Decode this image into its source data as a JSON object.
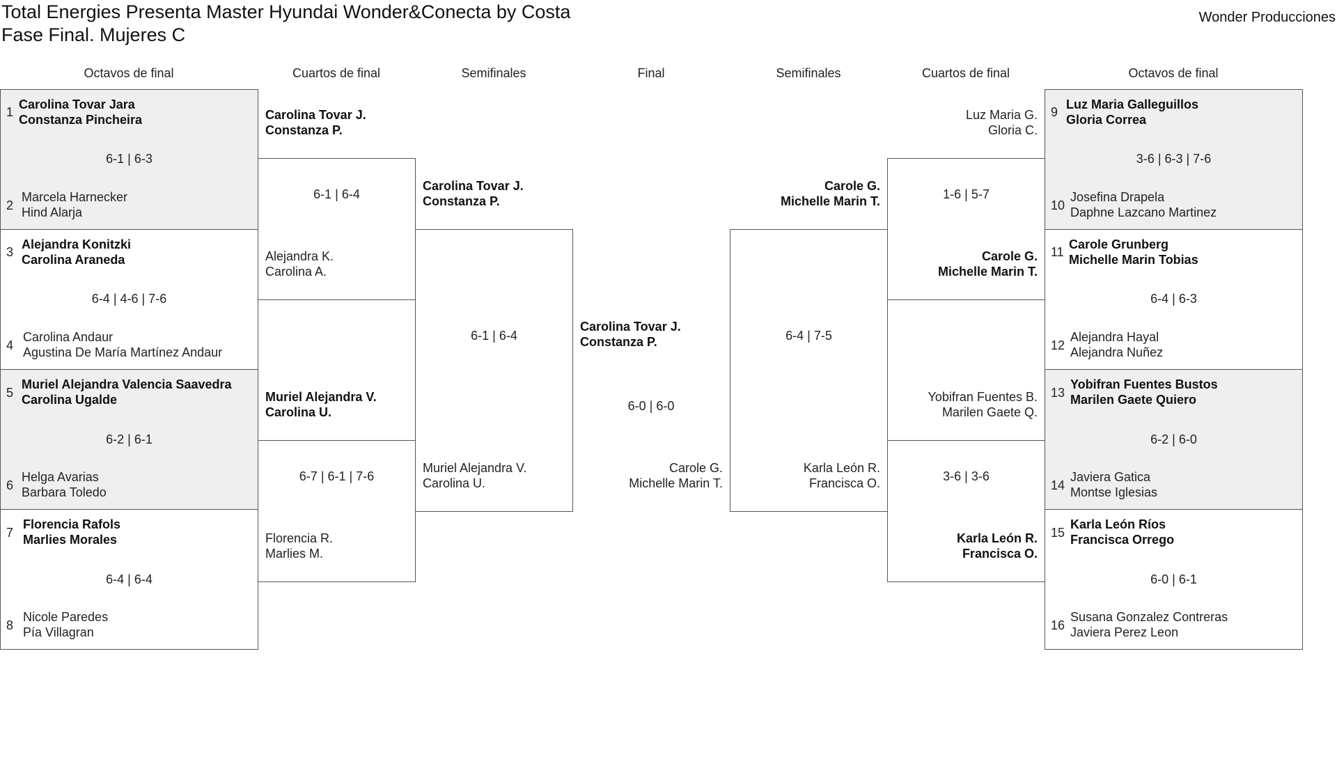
{
  "header": {
    "title_line1": "Total Energies Presenta Master Hyundai Wonder&Conecta by Costa",
    "title_line2": "Fase Final. Mujeres C",
    "producer": "Wonder Producciones"
  },
  "rounds": {
    "left_r16": "Octavos de final",
    "left_qf": "Cuartos de final",
    "left_sf": "Semifinales",
    "final": "Final",
    "right_sf": "Semifinales",
    "right_qf": "Cuartos de final",
    "right_r16": "Octavos de final"
  },
  "r16": [
    {
      "seed": "1",
      "p1": "Carolina Tovar Jara",
      "p2": "Constanza Pincheira"
    },
    {
      "seed": "2",
      "p1": "Marcela Harnecker",
      "p2": "Hind Alarja"
    },
    {
      "seed": "3",
      "p1": "Alejandra Konitzki",
      "p2": "Carolina Araneda"
    },
    {
      "seed": "4",
      "p1": "Carolina Andaur",
      "p2": "Agustina De María Martínez Andaur"
    },
    {
      "seed": "5",
      "p1": "Muriel Alejandra Valencia Saavedra",
      "p2": "Carolina Ugalde"
    },
    {
      "seed": "6",
      "p1": "Helga Avarias",
      "p2": "Barbara Toledo"
    },
    {
      "seed": "7",
      "p1": "Florencia Rafols",
      "p2": "Marlies Morales"
    },
    {
      "seed": "8",
      "p1": "Nicole Paredes",
      "p2": "Pía Villagran"
    },
    {
      "seed": "9",
      "p1": "Luz Maria Galleguillos",
      "p2": "Gloria Correa"
    },
    {
      "seed": "10",
      "p1": "Josefina Drapela",
      "p2": "Daphne Lazcano Martinez"
    },
    {
      "seed": "11",
      "p1": "Carole Grunberg",
      "p2": "Michelle Marin Tobias"
    },
    {
      "seed": "12",
      "p1": "Alejandra Hayal",
      "p2": "Alejandra Nuñez"
    },
    {
      "seed": "13",
      "p1": "Yobifran Fuentes Bustos",
      "p2": "Marilen Gaete Quiero"
    },
    {
      "seed": "14",
      "p1": "Javiera Gatica",
      "p2": "Montse Iglesias"
    },
    {
      "seed": "15",
      "p1": "Karla León Ríos",
      "p2": "Francisca Orrego"
    },
    {
      "seed": "16",
      "p1": "Susana Gonzalez Contreras",
      "p2": "Javiera Perez Leon"
    }
  ],
  "r16_scores": [
    "6-1 | 6-3",
    "6-4 | 4-6 | 7-6",
    "6-2 | 6-1",
    "6-4 | 6-4",
    "3-6 | 6-3 | 7-6",
    "6-4 | 6-3",
    "6-2 | 6-0",
    "6-0 | 6-1"
  ],
  "qf": [
    {
      "p1": "Carolina Tovar J.",
      "p2": "Constanza P."
    },
    {
      "p1": "Alejandra K.",
      "p2": "Carolina A."
    },
    {
      "p1": "Muriel Alejandra V.",
      "p2": "Carolina U."
    },
    {
      "p1": "Florencia R.",
      "p2": "Marlies M."
    },
    {
      "p1": "Luz Maria G.",
      "p2": "Gloria C."
    },
    {
      "p1": "Carole G.",
      "p2": "Michelle Marin T."
    },
    {
      "p1": "Yobifran Fuentes B.",
      "p2": "Marilen Gaete Q."
    },
    {
      "p1": "Karla León R.",
      "p2": "Francisca O."
    }
  ],
  "qf_scores": [
    "6-1 | 6-4",
    "6-7 | 6-1 | 7-6",
    "1-6 | 5-7",
    "3-6 | 3-6"
  ],
  "sf": [
    {
      "p1": "Carolina Tovar J.",
      "p2": "Constanza P."
    },
    {
      "p1": "Muriel Alejandra V.",
      "p2": "Carolina U."
    },
    {
      "p1": "Carole G.",
      "p2": "Michelle Marin T."
    },
    {
      "p1": "Karla León R.",
      "p2": "Francisca O."
    }
  ],
  "sf_scores": [
    "6-1 | 6-4",
    "6-4 | 7-5"
  ],
  "final": {
    "champion": {
      "p1": "Carolina Tovar J.",
      "p2": "Constanza P."
    },
    "runner_up": {
      "p1": "Carole G.",
      "p2": "Michelle Marin T."
    },
    "score": "6-0 | 6-0"
  }
}
